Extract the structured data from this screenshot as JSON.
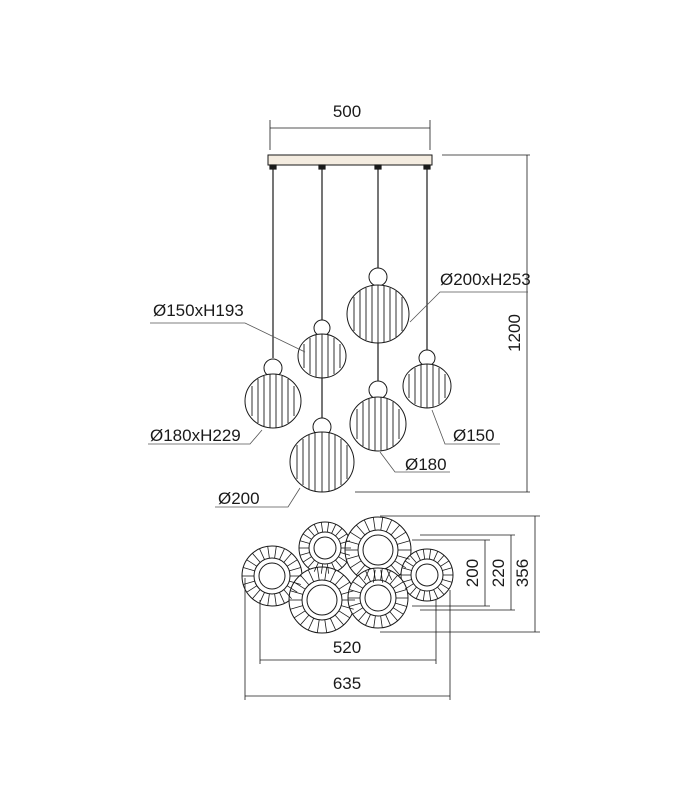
{
  "colors": {
    "line": "#1a1a1a",
    "leader": "#555555",
    "canopy": "#f4ece0",
    "glass": "#ffffff"
  },
  "dimensions": {
    "canopy_width": "500",
    "total_height": "1200",
    "top_view_inner_width": "520",
    "top_view_outer_width": "635",
    "top_view_depth_a": "200",
    "top_view_depth_b": "220",
    "top_view_depth_c": "356"
  },
  "shade_labels": {
    "d150_h193": "Ø150xH193",
    "d200_h253": "Ø200xH253",
    "d180_h229": "Ø180xH229",
    "d150": "Ø150",
    "d180": "Ø180",
    "d200": "Ø200"
  }
}
